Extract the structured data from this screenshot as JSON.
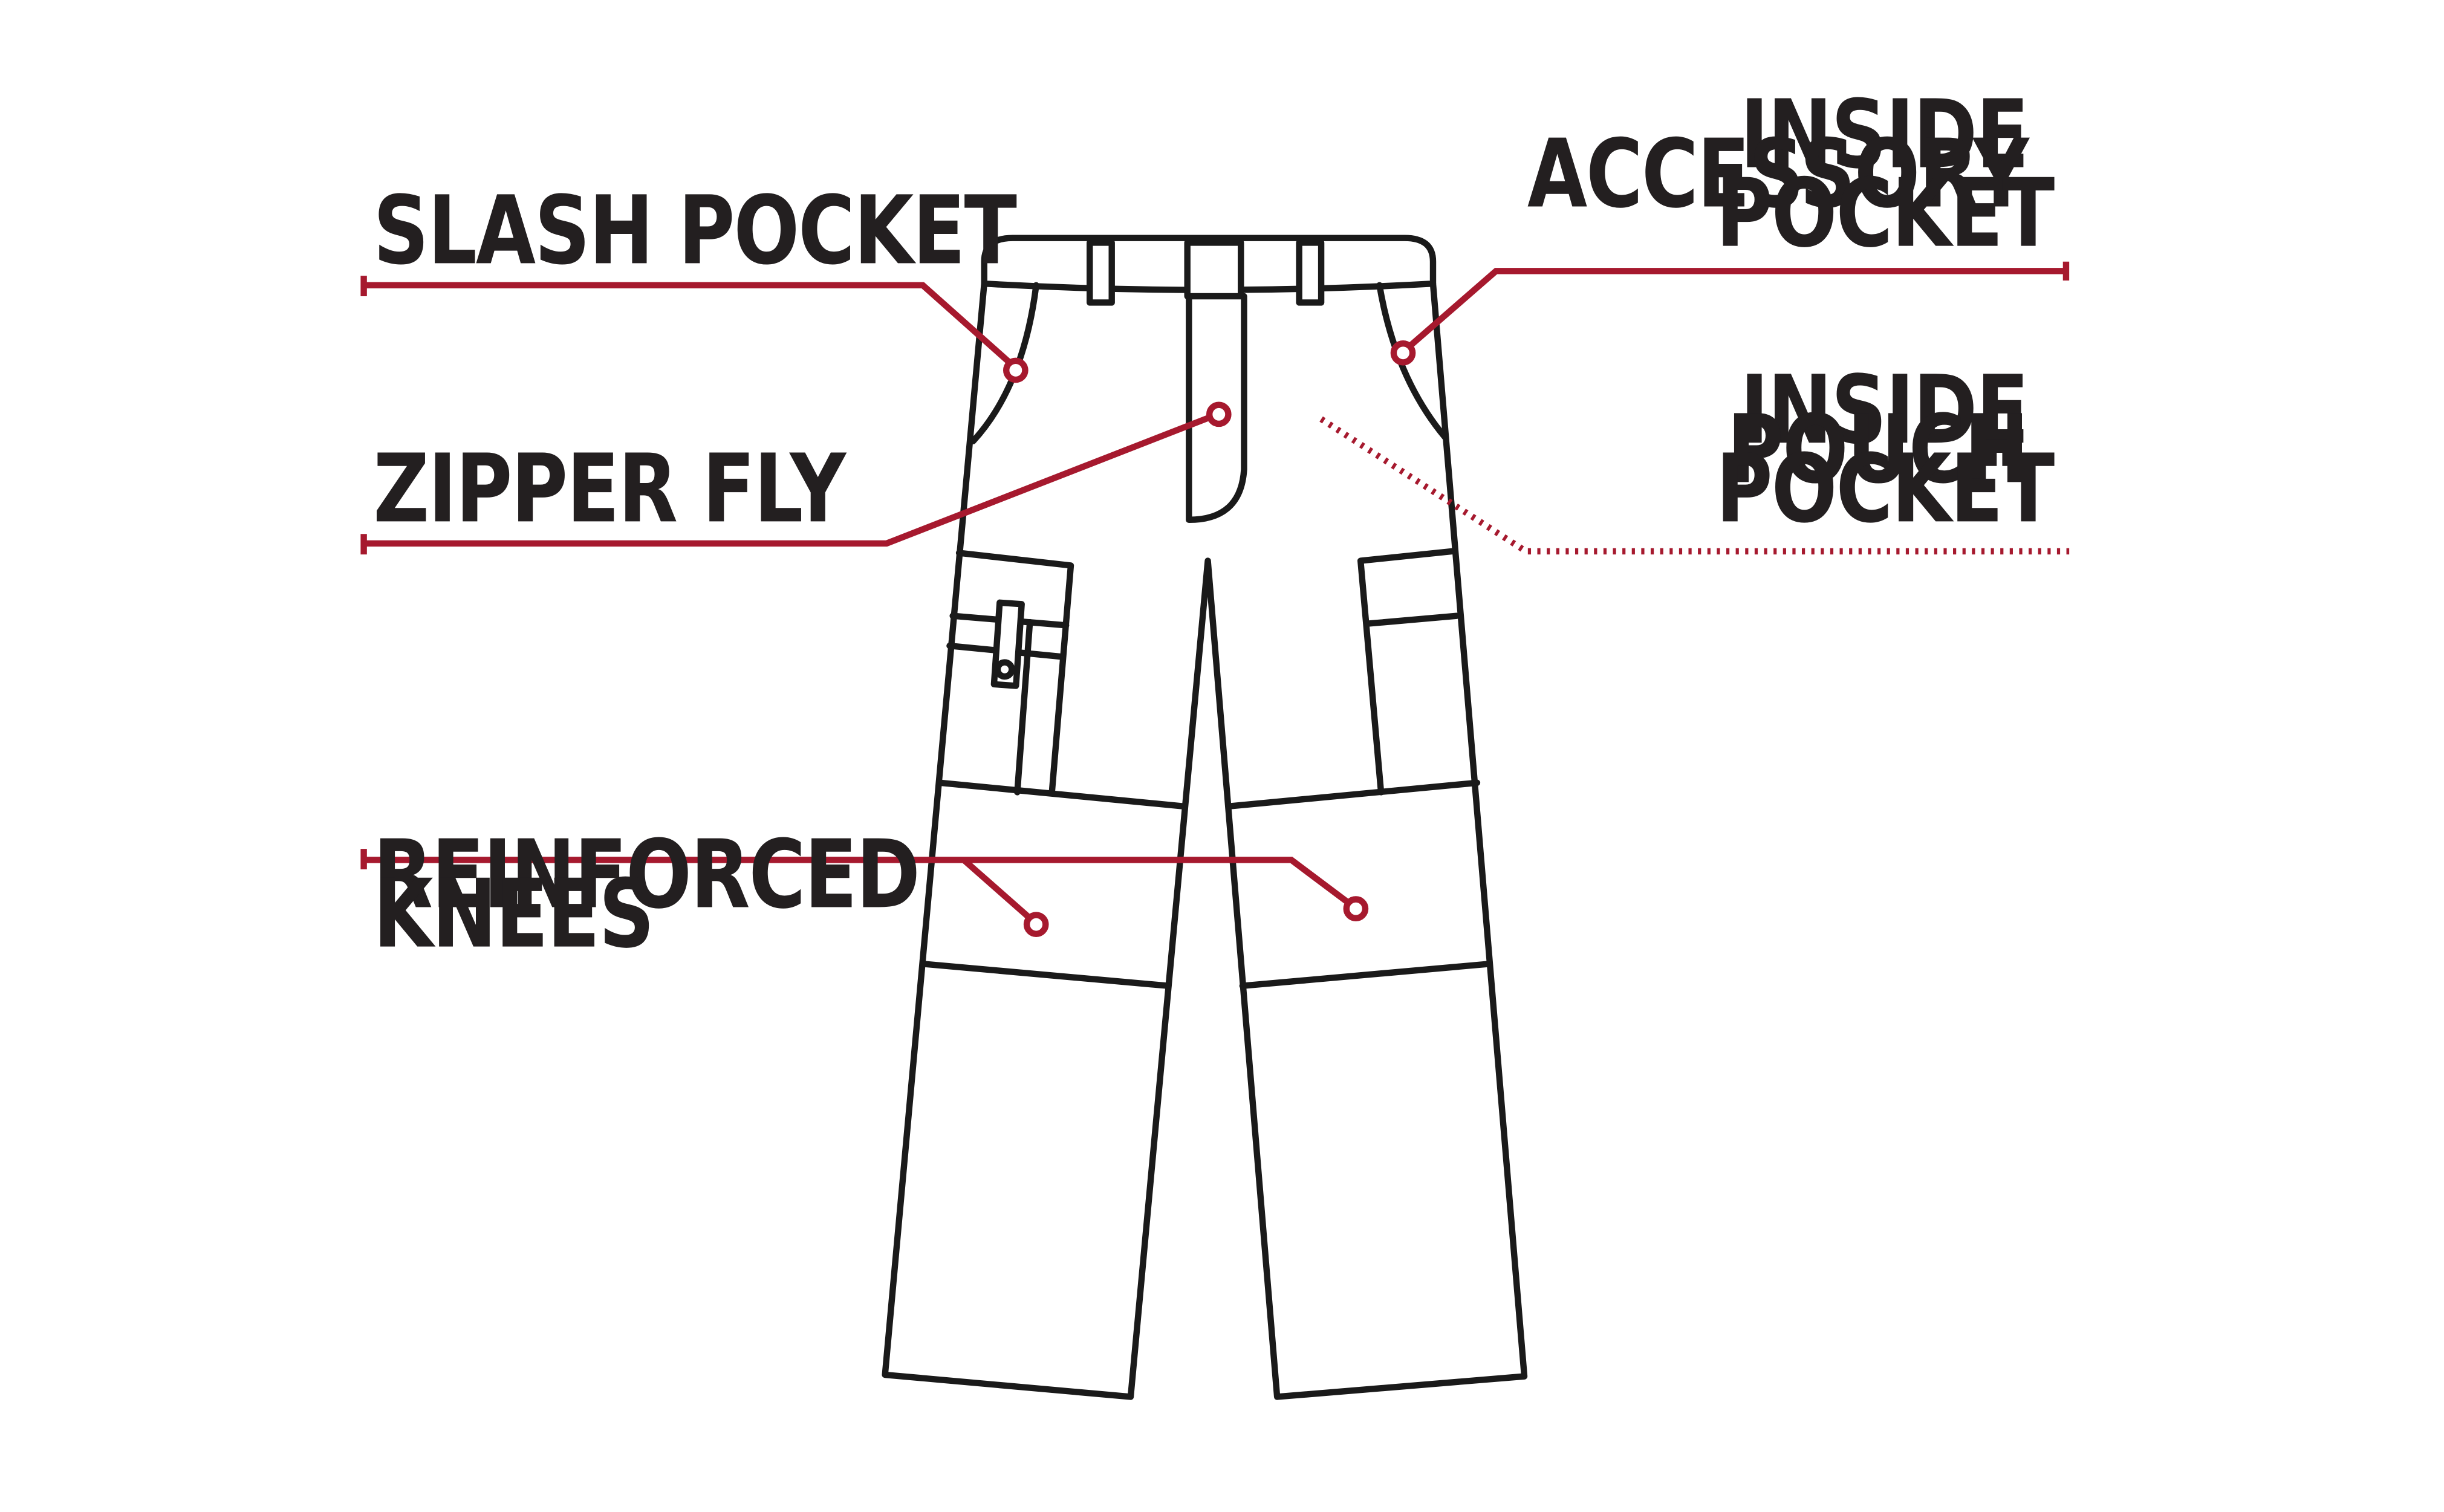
{
  "colors": {
    "callout": "#a6192e",
    "outline": "#1a1a1a",
    "label_text": "#231f20"
  },
  "callouts": {
    "slash_pocket": {
      "lines": [
        "SLASH POCKET"
      ]
    },
    "zipper_fly": {
      "lines": [
        "ZIPPER FLY"
      ]
    },
    "reinforced_knees": {
      "lines": [
        "REINFORCED",
        "KNEES"
      ]
    },
    "inside_accessory_pocket": {
      "lines": [
        "INSIDE",
        "ACCESSORY",
        "POCKET"
      ]
    },
    "inside_pouch_pocket": {
      "lines": [
        "INSIDE",
        "POUCH",
        "POCKET"
      ]
    }
  }
}
